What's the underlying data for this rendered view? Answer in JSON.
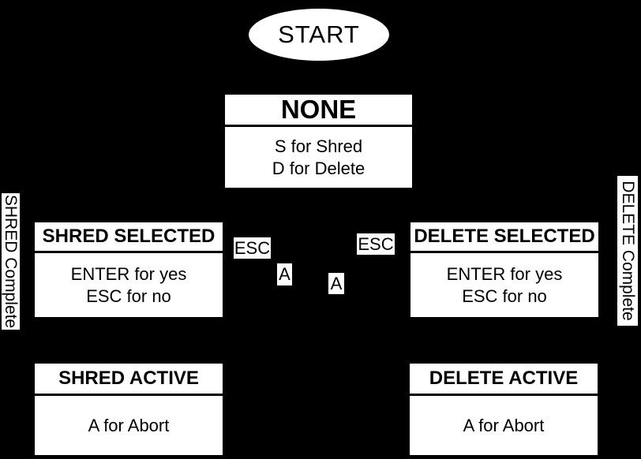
{
  "diagram": {
    "colors": {
      "background": "#000000",
      "node_fill": "#ffffff",
      "node_text": "#000000"
    },
    "start": {
      "label": "START"
    },
    "states": {
      "none": {
        "title": "NONE",
        "line1": "S for Shred",
        "line2": "D for Delete"
      },
      "shred_selected": {
        "title": "SHRED SELECTED",
        "line1": "ENTER for yes",
        "line2": "ESC for no"
      },
      "delete_selected": {
        "title": "DELETE SELECTED",
        "line1": "ENTER for yes",
        "line2": "ESC for no"
      },
      "shred_active": {
        "title": "SHRED ACTIVE",
        "line1": "A for Abort"
      },
      "delete_active": {
        "title": "DELETE ACTIVE",
        "line1": "A for Abort"
      }
    },
    "edge_labels": {
      "esc_left": "ESC",
      "esc_right": "ESC",
      "abort_left": "A",
      "abort_right": "A"
    },
    "side_labels": {
      "left": "SHRED Complete",
      "right": "DELETE Complete"
    }
  }
}
